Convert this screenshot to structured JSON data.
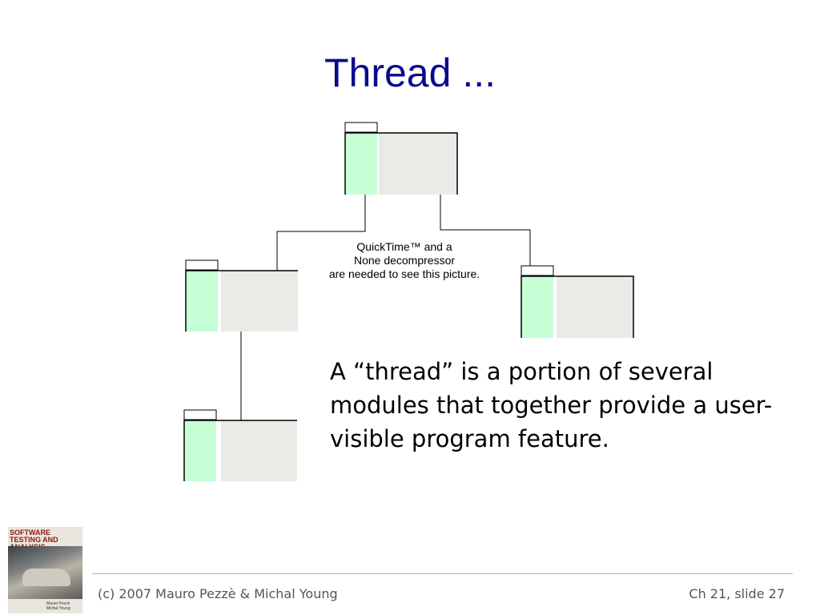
{
  "slide": {
    "title": "Thread ...",
    "quicktime_notice": [
      "QuickTime™ and a",
      "None decompressor",
      "are needed to see this picture."
    ],
    "body": "A “thread” is a portion of several modules that together provide a user-visible program feature.",
    "footer_left": "(c) 2007 Mauro Pezzè & Michal Young",
    "footer_right": "Ch 21, slide 27"
  },
  "book_cover": {
    "title": "SOFTWARE TESTING AND ANALYSIS",
    "authors": [
      "Mauro Pezzè",
      "Michal Young"
    ]
  },
  "diagram": {
    "modules": [
      "module-top",
      "module-left",
      "module-right",
      "module-bottom"
    ],
    "colors": {
      "module_left_band": "#c6ffd6",
      "module_body": "#e8ebe6",
      "border": "#000000"
    }
  }
}
